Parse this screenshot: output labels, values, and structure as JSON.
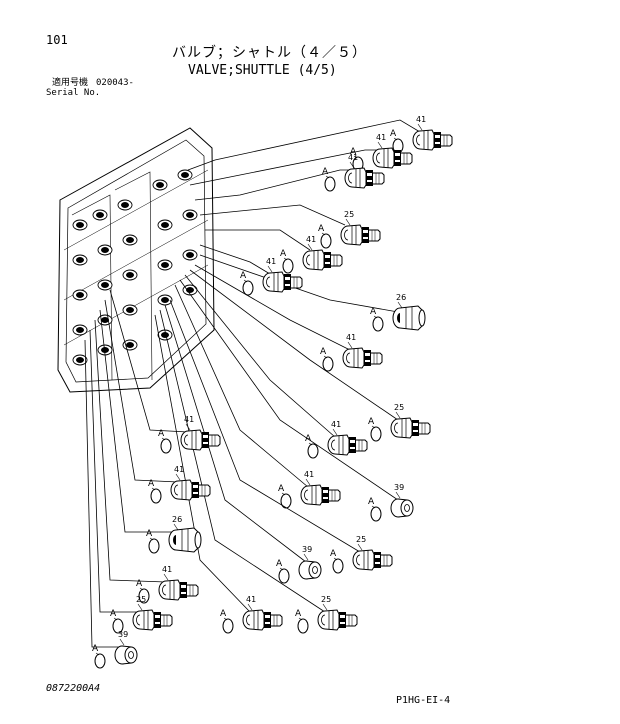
{
  "header": {
    "page_number": "101",
    "title_jp": "バルブ；シャトル（４／５）",
    "title_en": "VALVE;SHUTTLE (4/5)",
    "serial_label_jp": "適用号機",
    "serial_range": "020043-",
    "serial_label_en": "Serial No."
  },
  "footer": {
    "drawing_number": "0872200A4",
    "page_code": "P1HG-EI-4"
  },
  "callouts": {
    "fitting_41": "41",
    "fitting_25": "25",
    "fitting_26": "26",
    "plug_39": "39",
    "oring_A": "A"
  }
}
